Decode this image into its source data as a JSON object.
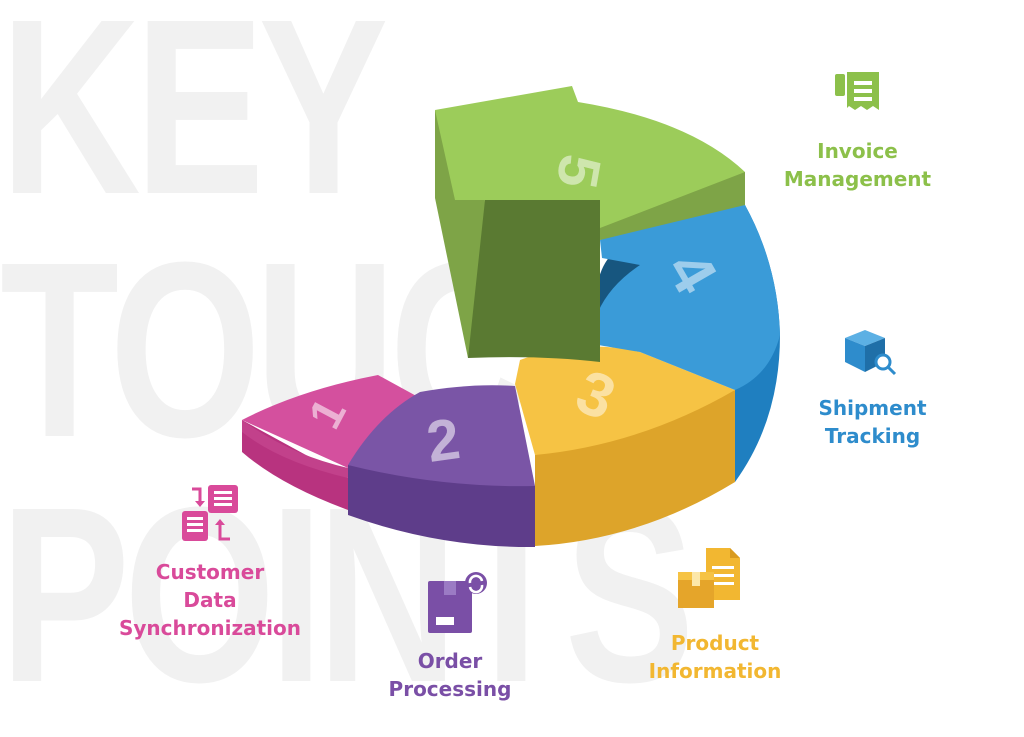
{
  "background_text": [
    "KEY",
    "TOUC",
    "POINTS"
  ],
  "segments": [
    {
      "number": "1",
      "color": "#d4509e",
      "side_color": "#b8337f"
    },
    {
      "number": "2",
      "color": "#7a55a6",
      "side_color": "#5e3d8a"
    },
    {
      "number": "3",
      "color": "#f6c344",
      "side_color": "#dda42a"
    },
    {
      "number": "4",
      "color": "#3a9bd8",
      "side_color": "#1f7fc0"
    },
    {
      "number": "5",
      "color": "#9ccc5a",
      "side_color": "#5a7a32"
    }
  ],
  "touchpoints": [
    {
      "label": "Customer\nData\nSynchronization",
      "icon": "data-sync-icon",
      "color": "#d94a9a"
    },
    {
      "label": "Order\nProcessing",
      "icon": "order-box-icon",
      "color": "#7a4fa6"
    },
    {
      "label": "Product\nInformation",
      "icon": "product-docs-icon",
      "color": "#f2b731"
    },
    {
      "label": "Shipment\nTracking",
      "icon": "shipment-search-icon",
      "color": "#2e8ccc"
    },
    {
      "label": "Invoice\nManagement",
      "icon": "invoice-icon",
      "color": "#8cc04a"
    }
  ]
}
